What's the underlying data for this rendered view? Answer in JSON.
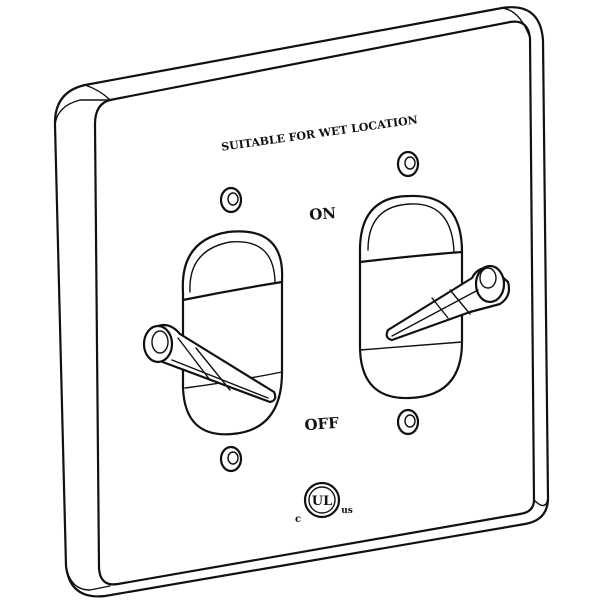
{
  "plate": {
    "caption": "SUITABLE FOR WET LOCATION",
    "on_label": "ON",
    "off_label": "OFF",
    "cert_mark": {
      "left": "c",
      "center": "UL",
      "right": "us"
    }
  },
  "switches": [
    {
      "name": "left-switch",
      "lever_position": "down"
    },
    {
      "name": "right-switch",
      "lever_position": "up"
    }
  ],
  "colors": {
    "line": "#111111",
    "background": "#ffffff"
  }
}
